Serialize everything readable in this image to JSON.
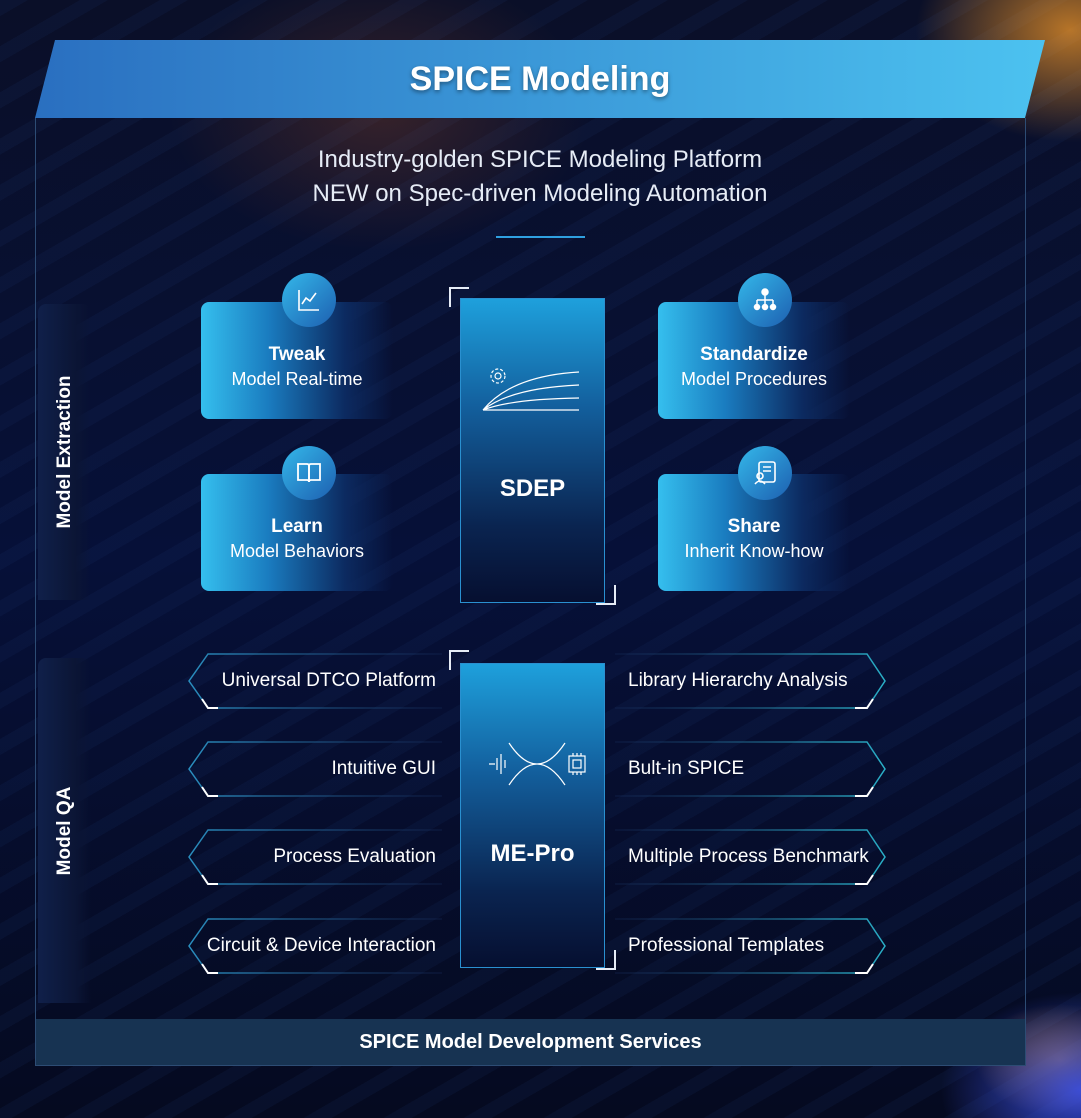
{
  "title": "SPICE Modeling",
  "subtitle": [
    "Industry-golden SPICE Modeling Platform",
    "NEW on Spec-driven Modeling Automation"
  ],
  "side_tabs": [
    "Model Extraction",
    "Model QA"
  ],
  "cards": [
    {
      "title": "Tweak",
      "text": "Model Real-time",
      "icon": "line-chart-icon"
    },
    {
      "title": "Learn",
      "text": "Model Behaviors",
      "icon": "book-icon"
    },
    {
      "title": "Standardize",
      "text": "Model Procedures",
      "icon": "hierarchy-icon"
    },
    {
      "title": "Share",
      "text": "Inherit Know-how",
      "icon": "document-user-icon"
    }
  ],
  "products": [
    {
      "name": "SDEP",
      "icon": "gear-curves-icon"
    },
    {
      "name": "ME-Pro",
      "icon": "wave-chip-icon"
    }
  ],
  "features_left": [
    "Universal DTCO Platform",
    "Intuitive GUI",
    "Process Evaluation",
    "Circuit & Device Interaction"
  ],
  "features_right": [
    "Library Hierarchy Analysis",
    "Bult-in SPICE",
    "Multiple Process Benchmark",
    "Professional Templates"
  ],
  "footer": "SPICE Model Development Services",
  "colors": {
    "accent": "#2fa0e0",
    "banner_start": "#2a6fc0",
    "banner_end": "#4cc2f0"
  }
}
